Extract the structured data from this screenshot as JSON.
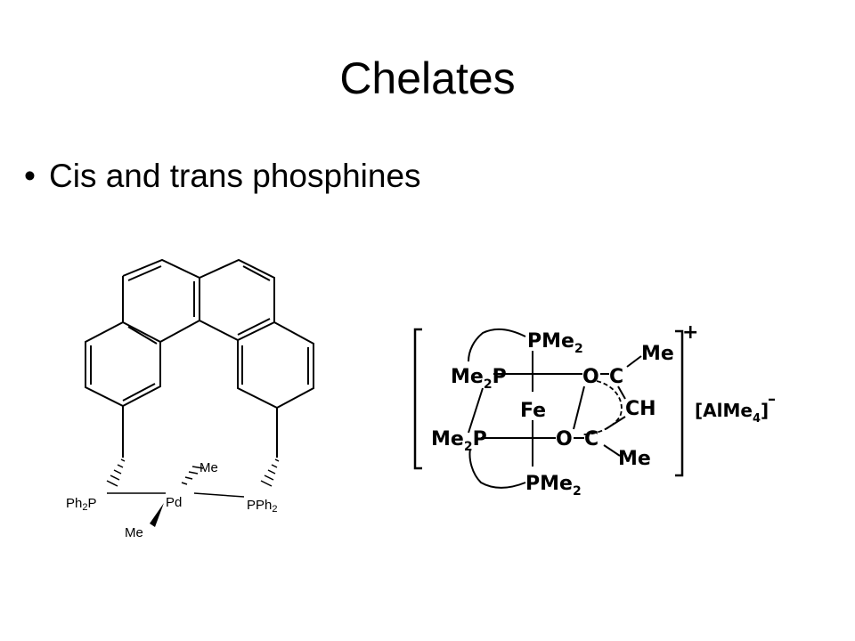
{
  "slide": {
    "title": "Chelates",
    "bullet": "Cis and trans phosphines"
  },
  "structure_left": {
    "ph2p": "Ph",
    "ph2p_sub": "2",
    "ph2p_p": "P",
    "pd": "Pd",
    "pph2": "PPh",
    "pph2_sub": "2",
    "me_top": "Me",
    "me_bottom": "Me"
  },
  "structure_right": {
    "charge": "+",
    "pme2_top": "PMe",
    "pme2_top_sub": "2",
    "me2p_upper": "Me",
    "me2p_upper_sub": "2",
    "me2p_upper_p": "P",
    "o_upper": "O",
    "c_upper": "C",
    "me_upper": "Me",
    "fe": "Fe",
    "ch": "CH",
    "me2p_lower": "Me",
    "me2p_lower_sub": "2",
    "me2p_lower_p": "P",
    "o_lower": "O",
    "c_lower": "C",
    "me_lower": "Me",
    "pme2_bottom": "PMe",
    "pme2_bottom_sub": "2",
    "counterion": "[AlMe",
    "counterion_sub": "4",
    "counterion_charge": "–",
    "counterion_close": "]"
  }
}
